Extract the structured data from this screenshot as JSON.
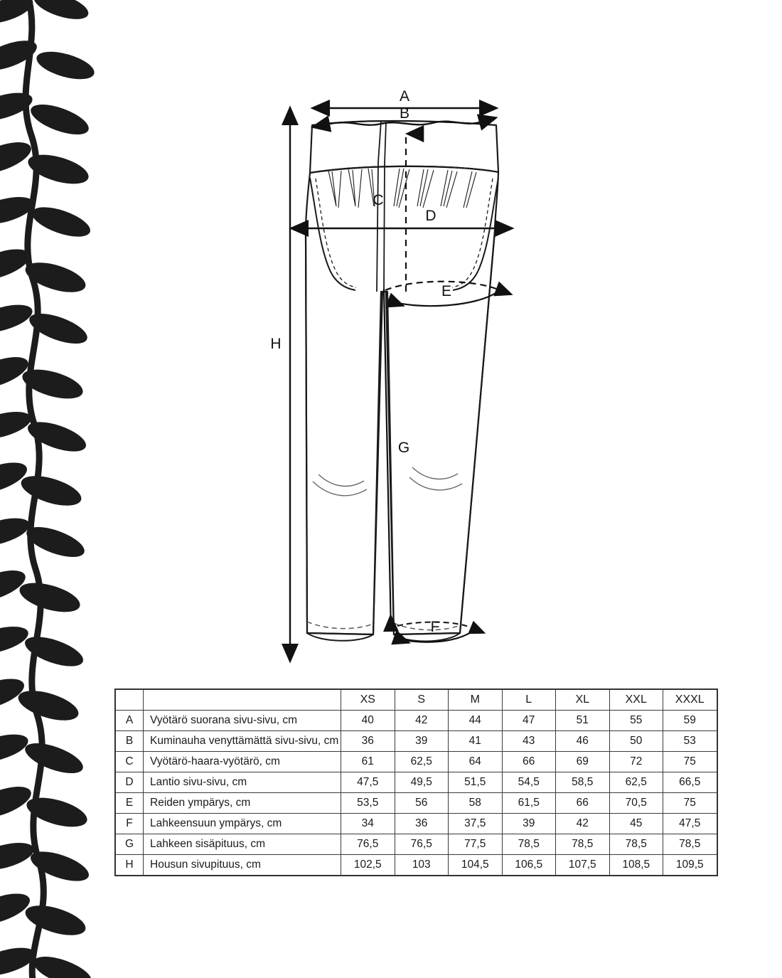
{
  "document": {
    "type": "garment-size-chart",
    "language": "fi",
    "unit": "cm"
  },
  "diagram": {
    "garment": "trousers",
    "labels": {
      "A": "A",
      "B": "B",
      "C": "C",
      "D": "D",
      "E": "E",
      "F": "F",
      "G": "G",
      "H": "H"
    }
  },
  "table": {
    "header": {
      "letter": "",
      "description": "",
      "sizes": [
        "XS",
        "S",
        "M",
        "L",
        "XL",
        "XXL",
        "XXXL"
      ]
    },
    "rows": [
      {
        "letter": "A",
        "description": "Vyötärö suorana sivu-sivu, cm",
        "values": [
          "40",
          "42",
          "44",
          "47",
          "51",
          "55",
          "59"
        ]
      },
      {
        "letter": "B",
        "description": "Kuminauha venyttämättä sivu-sivu, cm",
        "values": [
          "36",
          "39",
          "41",
          "43",
          "46",
          "50",
          "53"
        ]
      },
      {
        "letter": "C",
        "description": "Vyötärö-haara-vyötärö, cm",
        "values": [
          "61",
          "62,5",
          "64",
          "66",
          "69",
          "72",
          "75"
        ]
      },
      {
        "letter": "D",
        "description": "Lantio sivu-sivu, cm",
        "values": [
          "47,5",
          "49,5",
          "51,5",
          "54,5",
          "58,5",
          "62,5",
          "66,5"
        ]
      },
      {
        "letter": "E",
        "description": "Reiden ympärys, cm",
        "values": [
          "53,5",
          "56",
          "58",
          "61,5",
          "66",
          "70,5",
          "75"
        ]
      },
      {
        "letter": "F",
        "description": "Lahkeensuun ympärys, cm",
        "values": [
          "34",
          "36",
          "37,5",
          "39",
          "42",
          "45",
          "47,5"
        ]
      },
      {
        "letter": "G",
        "description": "Lahkeen sisäpituus, cm",
        "values": [
          "76,5",
          "76,5",
          "77,5",
          "78,5",
          "78,5",
          "78,5",
          "78,5"
        ]
      },
      {
        "letter": "H",
        "description": "Housun sivupituus, cm",
        "values": [
          "102,5",
          "103",
          "104,5",
          "106,5",
          "107,5",
          "108,5",
          "109,5"
        ]
      }
    ]
  },
  "colors": {
    "ink": "#1a1a1a",
    "line": "#3a3a3a",
    "vine": "#1c1c1c",
    "background": "#ffffff"
  }
}
